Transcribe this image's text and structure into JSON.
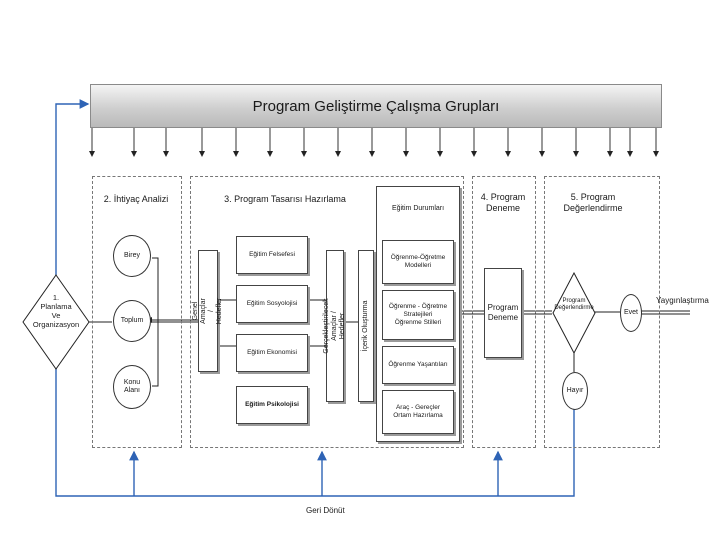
{
  "banner": {
    "title": "Program Geliştirme Çalışma Grupları"
  },
  "planning": {
    "label": "1.\nPlanlama\nVe\nOrganizasyon"
  },
  "needs": {
    "title": "2. İhtiyaç Analizi",
    "items": [
      "Birey",
      "Toplum",
      "Konu\nAlanı"
    ]
  },
  "design": {
    "title": "3. Program Tasarısı Hazırlama",
    "goals_label": "Genel Amaçlar /\nHedefler",
    "foundations": [
      "Eğitim Felsefesi",
      "Eğitim Sosyolojisi",
      "Eğitim Ekonomisi",
      "Eğitim Psikolojisi"
    ],
    "achievable_label": "Gerçekleştirilecek\nAmaçlar / Hedefler",
    "content_label": "İçerik Oluşturma",
    "situations_title": "Eğitim Durumları",
    "situations": [
      "Öğrenme-Öğretme\nModelleri",
      "Öğrenme - Öğretme\nStratejileri\nÖğrenme Stilleri",
      "Öğrenme Yaşantıları",
      "Araç - Gereçler\nOrtam Hazırlama"
    ]
  },
  "trial": {
    "title": "4. Program\nDeneme",
    "box": "Program\nDeneme"
  },
  "evaluation": {
    "title": "5. Program\nDeğerlendirme",
    "decision": "Program\nDeğerlendirme",
    "yes": "Evet",
    "no": "Hayır"
  },
  "dissemination": "Yaygınlaştırma",
  "feedback": "Geri Dönüt"
}
